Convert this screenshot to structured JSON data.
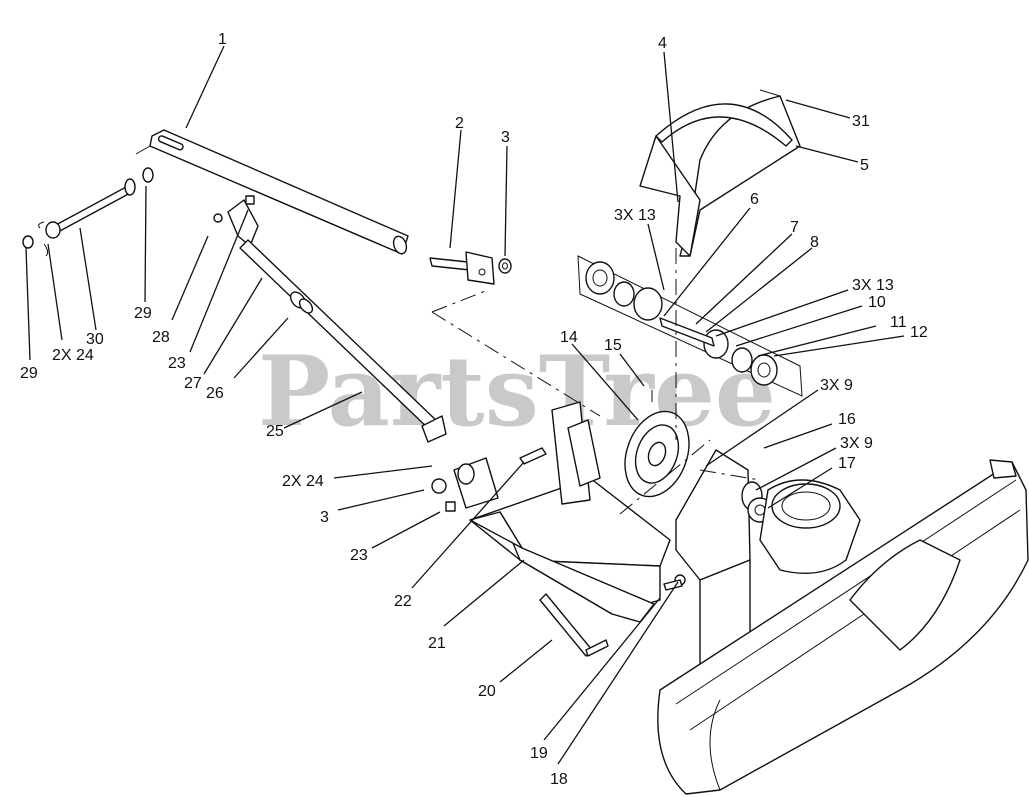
{
  "watermark": {
    "text": "PartsTree"
  },
  "callouts": [
    {
      "id": "c1",
      "text": "1"
    },
    {
      "id": "c2",
      "text": "2"
    },
    {
      "id": "c3a",
      "text": "3"
    },
    {
      "id": "c4",
      "text": "4"
    },
    {
      "id": "c31",
      "text": "31"
    },
    {
      "id": "c5",
      "text": "5"
    },
    {
      "id": "c3x13a",
      "text": "3X 13"
    },
    {
      "id": "c6",
      "text": "6"
    },
    {
      "id": "c7",
      "text": "7"
    },
    {
      "id": "c8",
      "text": "8"
    },
    {
      "id": "c3x13b",
      "text": "3X 13"
    },
    {
      "id": "c10",
      "text": "10"
    },
    {
      "id": "c11",
      "text": "11"
    },
    {
      "id": "c12",
      "text": "12"
    },
    {
      "id": "c14",
      "text": "14"
    },
    {
      "id": "c15",
      "text": "15"
    },
    {
      "id": "c3x9a",
      "text": "3X 9"
    },
    {
      "id": "c16",
      "text": "16"
    },
    {
      "id": "c3x9b",
      "text": "3X 9"
    },
    {
      "id": "c17",
      "text": "17"
    },
    {
      "id": "c29a",
      "text": "29"
    },
    {
      "id": "c30",
      "text": "30"
    },
    {
      "id": "c2x24a",
      "text": "2X 24"
    },
    {
      "id": "c29b",
      "text": "29"
    },
    {
      "id": "c28",
      "text": "28"
    },
    {
      "id": "c23a",
      "text": "23"
    },
    {
      "id": "c27",
      "text": "27"
    },
    {
      "id": "c26",
      "text": "26"
    },
    {
      "id": "c25",
      "text": "25"
    },
    {
      "id": "c2x24b",
      "text": "2X 24"
    },
    {
      "id": "c3b",
      "text": "3"
    },
    {
      "id": "c23b",
      "text": "23"
    },
    {
      "id": "c22",
      "text": "22"
    },
    {
      "id": "c21",
      "text": "21"
    },
    {
      "id": "c20",
      "text": "20"
    },
    {
      "id": "c19",
      "text": "19"
    },
    {
      "id": "c18",
      "text": "18"
    }
  ]
}
